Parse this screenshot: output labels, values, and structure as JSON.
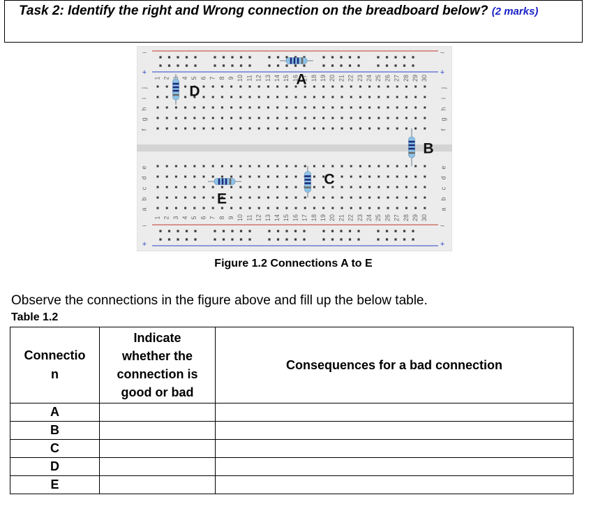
{
  "task": {
    "title": "Task 2: Identify the right and Wrong connection on the breadboard below?",
    "marks": "(2 marks)"
  },
  "figure": {
    "caption": "Figure 1.2 Connections A to E",
    "rail_signs": {
      "minus": "−",
      "plus": "+"
    },
    "row_letters_top": [
      "j",
      "i",
      "h",
      "g",
      "f"
    ],
    "row_letters_bottom": [
      "e",
      "d",
      "c",
      "b",
      "a"
    ],
    "column_count": 30,
    "connections": [
      {
        "label": "A"
      },
      {
        "label": "B"
      },
      {
        "label": "C"
      },
      {
        "label": "D"
      },
      {
        "label": "E"
      }
    ],
    "colors": {
      "board": "#ececec",
      "hole": "#3a3a3a",
      "rail_red": "#c0392b",
      "rail_blue": "#2b45c8",
      "resistor_body": "#8ec3e6",
      "band": "#1b2a7a"
    }
  },
  "instruction": "Observe the connections in the figure above and fill up the below table.",
  "table": {
    "label": "Table 1.2",
    "headers": {
      "connection": [
        "Connectio",
        "n"
      ],
      "status": [
        "Indicate",
        "whether the",
        "connection is",
        "good or bad"
      ],
      "consequence": "Consequences for a bad connection"
    },
    "rows": [
      {
        "connection": "A",
        "status": "",
        "consequence": ""
      },
      {
        "connection": "B",
        "status": "",
        "consequence": ""
      },
      {
        "connection": "C",
        "status": "",
        "consequence": ""
      },
      {
        "connection": "D",
        "status": "",
        "consequence": ""
      },
      {
        "connection": "E",
        "status": "",
        "consequence": ""
      }
    ]
  }
}
